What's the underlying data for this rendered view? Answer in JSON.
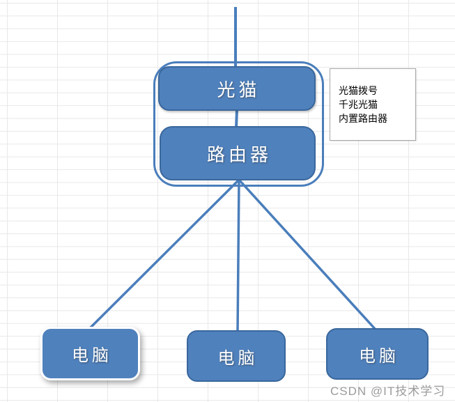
{
  "diagram": {
    "nodes": {
      "modem": {
        "label": "光猫"
      },
      "router": {
        "label": "路由器"
      },
      "pc_left": {
        "label": "电脑"
      },
      "pc_middle": {
        "label": "电脑"
      },
      "pc_right": {
        "label": "电脑"
      }
    },
    "annotation": {
      "lines": [
        "光猫拨号",
        "千兆光猫",
        "内置路由器"
      ]
    },
    "watermark": "CSDN @IT技术学习",
    "colors": {
      "shape_fill": "#4f81bd",
      "shape_border": "#3a679c",
      "connector": "#4a7ebb",
      "grid_line": "#e8e8e8",
      "annotation_border": "#a6a6a6",
      "label_text": "#ffffff",
      "annotation_text": "#000000",
      "watermark_text": "#9b9b9b"
    }
  }
}
